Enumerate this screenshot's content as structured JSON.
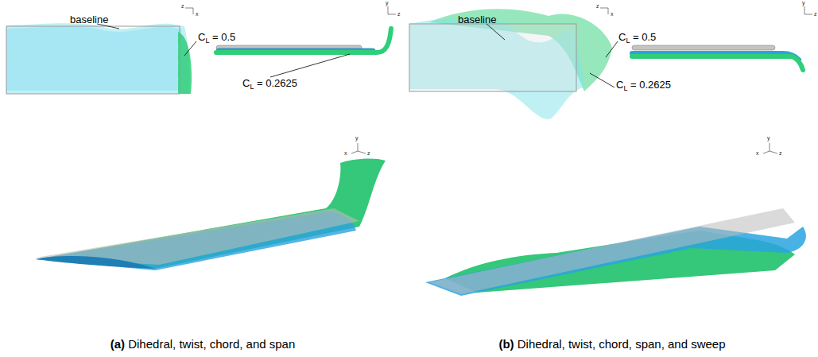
{
  "diagram": {
    "labels": [
      "baseline",
      "CL = 0.5",
      "CL = 0.2625",
      "baseline",
      "CL = 0.5",
      "CL = 0.2625",
      "(a) Dihedral, twist, chord, and span",
      "(b) Dihedral, twist, chord, span, and sweep",
      "z",
      "x",
      "y",
      "z",
      "y",
      "x",
      "z",
      "z",
      "x",
      "y",
      "z",
      "y",
      "x",
      "z"
    ]
  }
}
